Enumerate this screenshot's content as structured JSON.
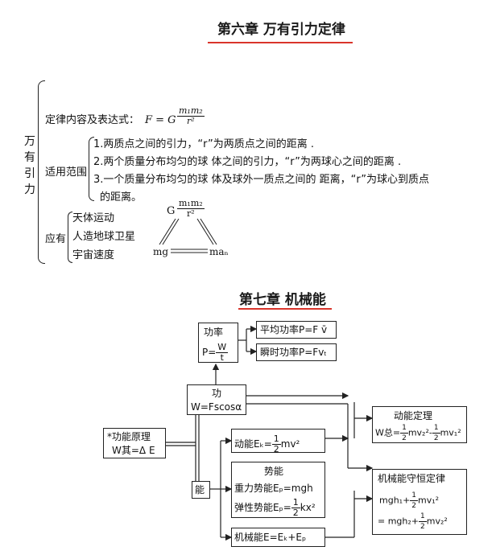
{
  "ch6": {
    "title": "第六章 万有引力定律",
    "root_label_1": "万",
    "root_label_2": "有",
    "root_label_3": "引",
    "root_label_4": "力",
    "law_label": "定律内容及表达式：",
    "formula_F": "F = G",
    "formula_num": "m₁m₂",
    "formula_den": "r²",
    "scope_label": "适用范围",
    "scope_items": [
      "1.两质点之间的引力，“r”为两质点之间的距离 .",
      "2.两个质量分布均匀的球 体之间的引力，“r”为两球心之间的距离 .",
      "3.一个质量分布均匀的球 体及球外一质点之间的 距离，“r”为球心到质点",
      "的距离。"
    ],
    "app_label": "应有",
    "app_items": [
      "天体运动",
      "人造地球卫星",
      "宇宙速度"
    ],
    "tri_top_G": "G",
    "tri_top_num": "m₁m₂",
    "tri_top_den": "r²",
    "tri_left": "mg",
    "tri_right": "maₙ"
  },
  "ch7": {
    "title": "第七章 机械能",
    "power_label": "功率",
    "power_formula_lhs": "P=",
    "power_formula_num": "W",
    "power_formula_den": "t",
    "avg_power": "平均功率P=F v̄",
    "inst_power": "瞬时功率P=Fvₜ",
    "work_label": "功",
    "work_formula": "W=Fscosα",
    "func_principle": "*功能原理",
    "func_formula": "W其=Δ E",
    "energy_label": "能",
    "kinetic_energy_lhs": "动能Eₖ=",
    "kinetic_energy_num": "1",
    "kinetic_energy_den": "2",
    "kinetic_energy_rhs": "mv²",
    "potential_title": "势能",
    "grav_potential": "重力势能Eₚ=mgh",
    "elastic_potential_lhs": "弹性势能Eₚ=",
    "elastic_potential_num": "1",
    "elastic_potential_den": "2",
    "elastic_potential_rhs": "kx²",
    "mech_energy": "机械能E=Eₖ+Eₚ",
    "kinetic_theorem": "动能定理",
    "kinetic_theorem_lhs": "W总=",
    "kinetic_theorem_mid": "mv₂²-",
    "kinetic_theorem_rhs": "mv₁²",
    "conservation_title": "机械能守恒定律",
    "conservation_line1_lhs": "mgh₁+",
    "conservation_line1_rhs": "mv₁²",
    "conservation_line2_lhs": "= mgh₂+",
    "conservation_line2_rhs": "mv₂²",
    "half_num": "1",
    "half_den": "2"
  }
}
